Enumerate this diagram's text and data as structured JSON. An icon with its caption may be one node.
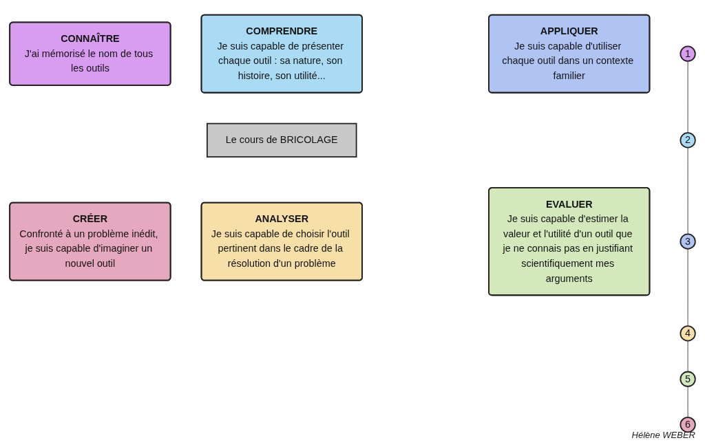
{
  "diagram": {
    "nodes": [
      {
        "text": [
          "COMPRENDRE",
          "Je suis capable de présenter chaque outil : sa nature, son histoire, son utilité..."
        ]
      },
      {
        "text": [
          "APPLIQUER",
          "Je suis capable d'utiliser chaque outil dans un contexte familier"
        ]
      },
      {
        "text": [
          "CONNAÎTRE",
          "J'ai mémorisé le nom de tous les outils"
        ]
      },
      {
        "text": [
          "Le cours de BRICOLAGE"
        ]
      },
      {
        "text": [
          "CRÉER",
          "Confronté à un problème inédit, je suis capable d'imaginer un nouvel outil"
        ]
      },
      {
        "text": [
          "ANALYSER",
          "Je suis capable de choisir l'outil pertinent dans le cadre de la résolution d'un problème"
        ]
      },
      {
        "text": [
          "EVALUER",
          "Je suis capable d'estimer la valeur et l'utilité d'un outil que je ne connais pas en justifiant scientifiquement mes arguments"
        ]
      },
      {
        "text": [
          "1"
        ]
      },
      {
        "text": [
          "2"
        ]
      },
      {
        "text": [
          "3"
        ]
      },
      {
        "text": [
          "4"
        ]
      },
      {
        "text": [
          "5"
        ]
      },
      {
        "text": [
          "6"
        ]
      }
    ],
    "edges": [
      {
        "from": 7,
        "to": 8,
        "arrow": "none"
      },
      {
        "from": 8,
        "to": 9,
        "arrow": "none"
      },
      {
        "from": 9,
        "to": 10,
        "arrow": "none"
      },
      {
        "from": 10,
        "to": 11,
        "arrow": "none"
      },
      {
        "from": 11,
        "to": 12,
        "arrow": "none"
      }
    ],
    "labels": [
      "Hélène WEBER"
    ]
  }
}
